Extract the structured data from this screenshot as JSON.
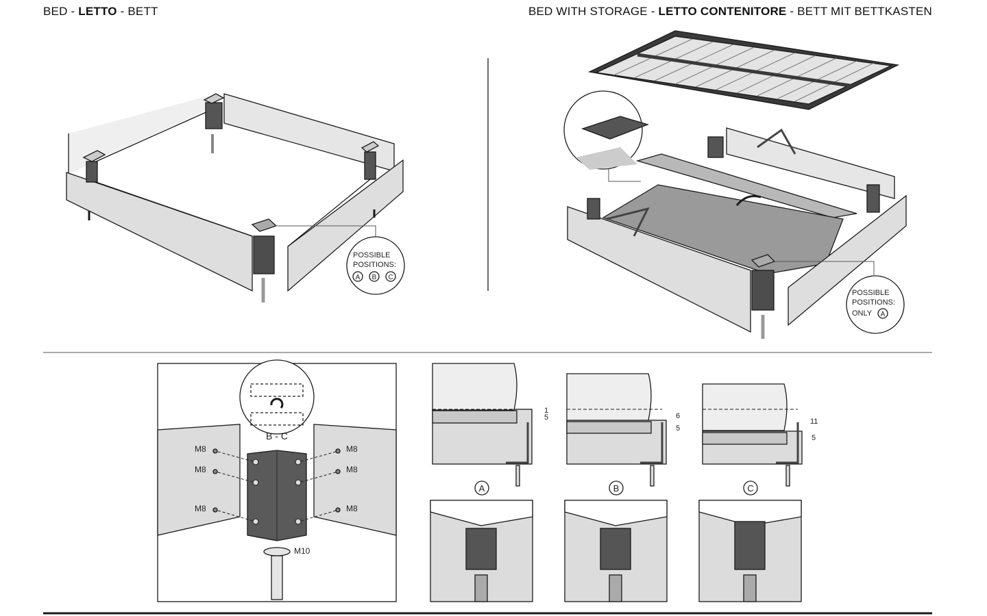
{
  "header": {
    "left": {
      "part1": "BED - ",
      "bold": "LETTO",
      "part2": " - BETT"
    },
    "right": {
      "part1": "BED WITH STORAGE - ",
      "bold": "LETTO CONTENITORE",
      "part2": " - BETT MIT BETTKASTEN"
    }
  },
  "bed": {
    "callout": {
      "line1": "POSSIBLE",
      "line2": "POSITIONS:",
      "options": [
        "A",
        "B",
        "C"
      ]
    }
  },
  "storage_bed": {
    "callout": {
      "line1": "POSSIBLE",
      "line2": "POSITIONS:",
      "line3": "ONLY",
      "option": "A"
    }
  },
  "bracket_detail": {
    "rotation_label": "B - C",
    "screw_labels": [
      "M8",
      "M8",
      "M8",
      "M8",
      "M8",
      "M8"
    ],
    "leg_label": "M10"
  },
  "positions": [
    {
      "label": "A",
      "dim_top": "1",
      "dim_bottom": "5"
    },
    {
      "label": "B",
      "dim_top": "6",
      "dim_bottom": "5"
    },
    {
      "label": "C",
      "dim_top": "11",
      "dim_bottom": "5"
    }
  ],
  "colors": {
    "line": "#1a1a1a",
    "panel": "#dcdcdc",
    "metal": "#5a5a5a",
    "floor": "#9a9a9a"
  }
}
